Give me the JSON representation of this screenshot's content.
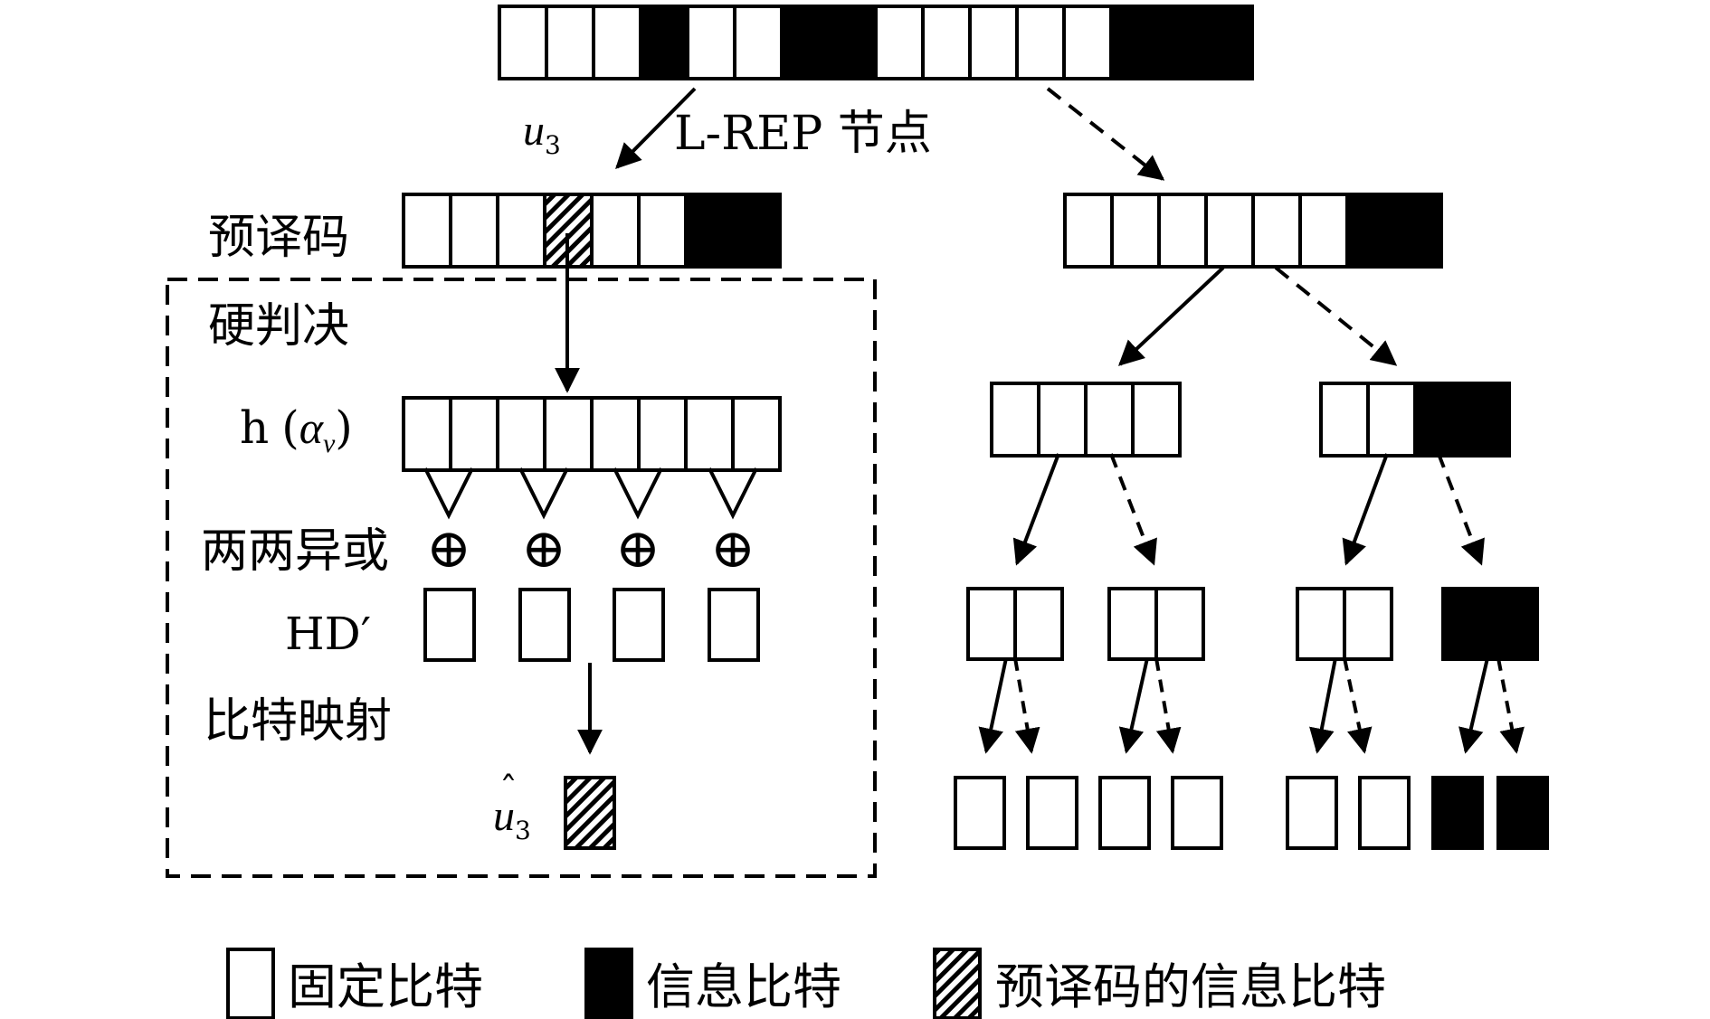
{
  "labels": {
    "node_type": "L-REP 节点",
    "predecode": "预译码",
    "hard_decision": "硬判决",
    "h_alpha_h": "h",
    "h_alpha_open": "(",
    "h_alpha_greek": "α",
    "h_alpha_sub": "v",
    "h_alpha_close": ")",
    "pairwise_xor": "两两异或",
    "hd_prime": "HD′",
    "bit_mapping": "比特映射",
    "u3_symbol": "u",
    "u3_sub": "3",
    "u3_hat_symbol": "u",
    "u3_hat_sub": "3",
    "u3_hat_mark": "ˆ",
    "xor_symbol": "⊕"
  },
  "legend": [
    {
      "type": "frozen",
      "label": "固定比特"
    },
    {
      "type": "info",
      "label": "信息比特"
    },
    {
      "type": "predecoded",
      "label": "预译码的信息比特"
    }
  ],
  "tree": {
    "root_bits": [
      "frozen",
      "frozen",
      "frozen",
      "info",
      "frozen",
      "frozen",
      "info",
      "info",
      "frozen",
      "frozen",
      "frozen",
      "frozen",
      "frozen",
      "info",
      "info",
      "info"
    ],
    "left_child_bits": [
      "frozen",
      "frozen",
      "frozen",
      "predecoded",
      "frozen",
      "frozen",
      "info",
      "info"
    ],
    "right_child_bits": [
      "frozen",
      "frozen",
      "frozen",
      "frozen",
      "frozen",
      "frozen",
      "info",
      "info"
    ],
    "hard_decision_bits": [
      "frozen",
      "frozen",
      "frozen",
      "frozen",
      "frozen",
      "frozen",
      "frozen",
      "frozen"
    ],
    "hd_prime_count": 4,
    "level3_bits": [
      [
        "frozen",
        "frozen",
        "frozen",
        "frozen"
      ],
      [
        "frozen",
        "frozen",
        "info",
        "info"
      ]
    ],
    "level4_bits": [
      [
        "frozen",
        "frozen"
      ],
      [
        "frozen",
        "frozen"
      ],
      [
        "frozen",
        "frozen"
      ],
      [
        "info",
        "info"
      ]
    ],
    "level5_bits": [
      "frozen",
      "frozen",
      "frozen",
      "frozen",
      "frozen",
      "frozen",
      "info",
      "info"
    ]
  },
  "colors": {
    "stroke": "#000000",
    "info_fill": "#000000",
    "frozen_fill": "#ffffff"
  }
}
